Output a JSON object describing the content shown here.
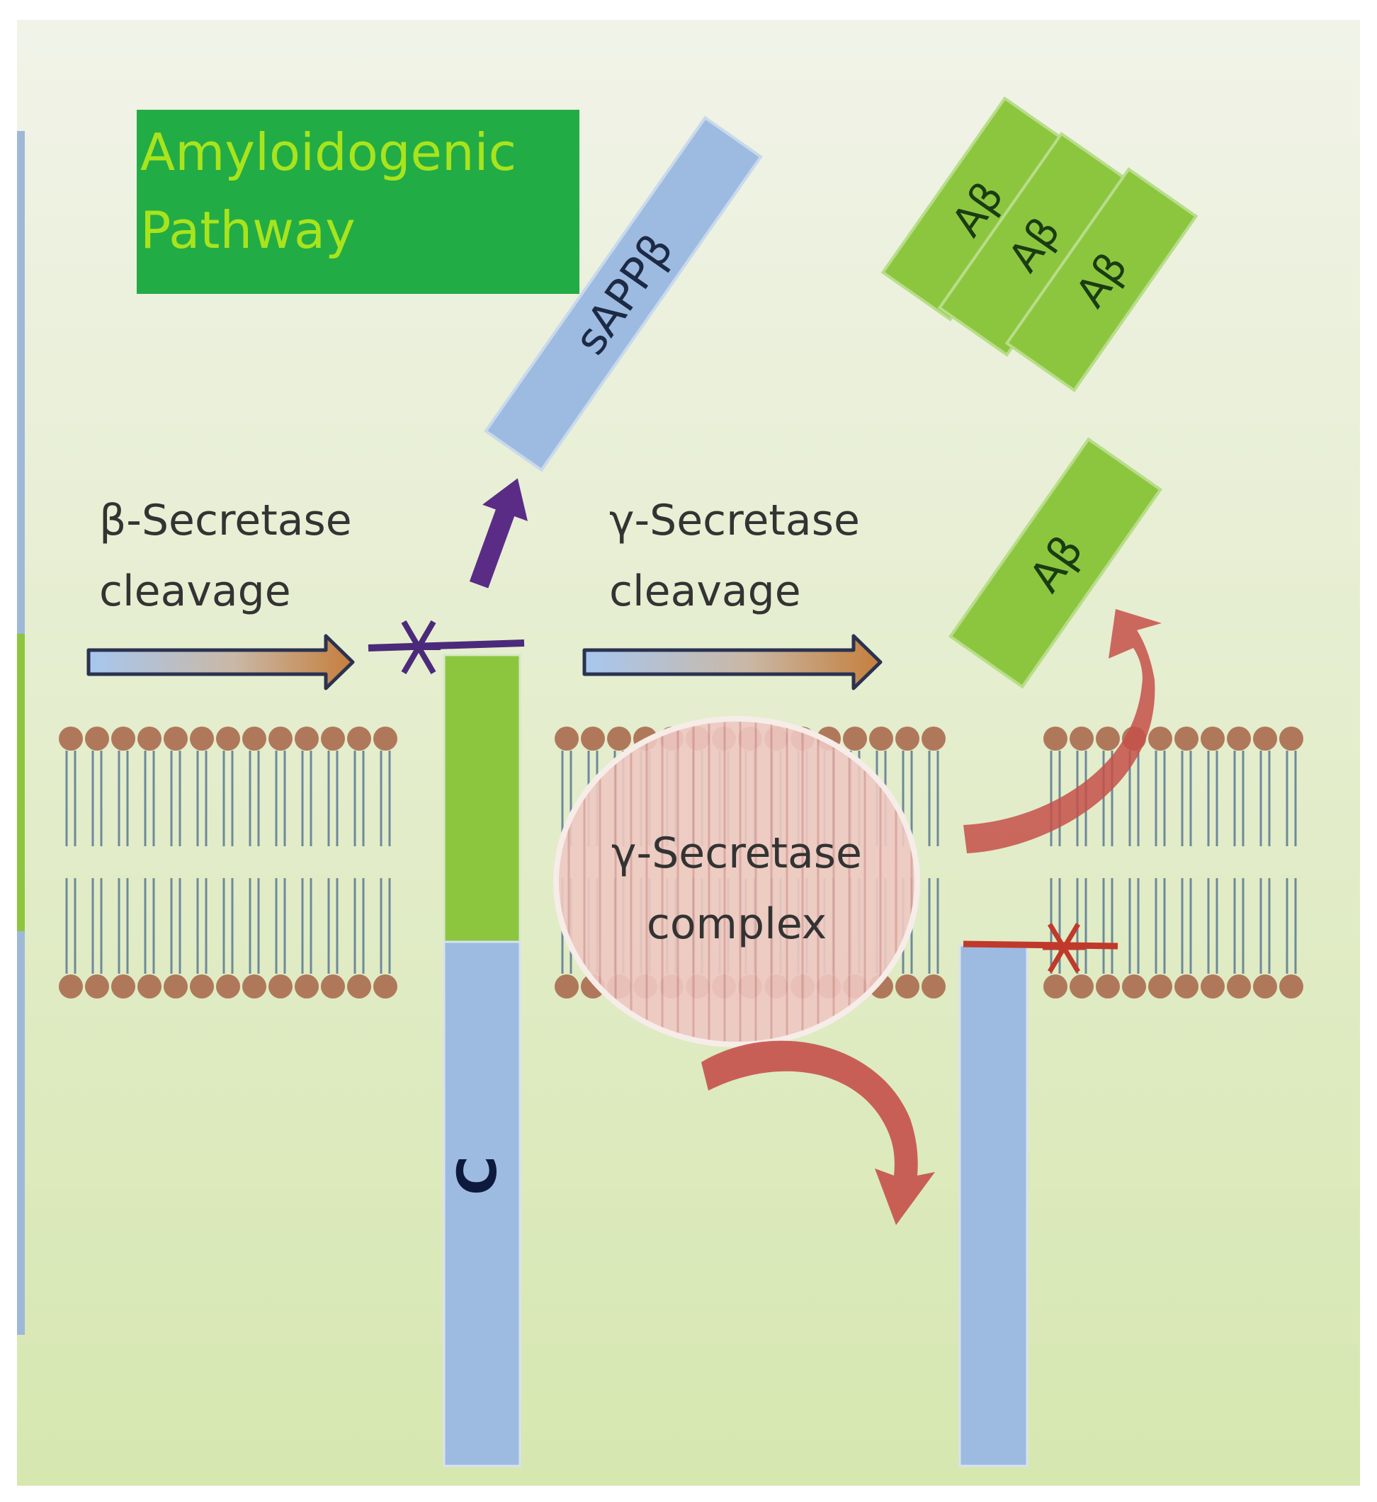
{
  "title": {
    "line1": "Amyloidogenic",
    "line2": "Pathway"
  },
  "labels": {
    "beta_secretase_line1": "β-Secretase",
    "beta_secretase_line2": "cleavage",
    "gamma_secretase_line1": "γ-Secretase",
    "gamma_secretase_line2": "cleavage",
    "complex_line1": "γ-Secretase",
    "complex_line2": "complex",
    "sappb": "sAPPβ",
    "c_terminal": "C",
    "abeta": "Aβ"
  },
  "colors": {
    "title_box": "#22ac46",
    "title_text": "#a8e41c",
    "fragment_blue": "#9dbbe0",
    "abeta_green": "#8cc63f",
    "membrane_head": "#b0785a",
    "cut_mark_purple": "#4b2a7a",
    "cut_mark_red": "#c0392b",
    "curved_arrow": "#c5504a",
    "complex_fill": "#ecc4bf"
  },
  "icons": {
    "process_arrow": "right-arrow-icon",
    "release_arrow": "up-right-arrow-icon",
    "cleavage_mark": "cross-mark-icon",
    "rotation_arrow": "curved-arrow-icon"
  }
}
